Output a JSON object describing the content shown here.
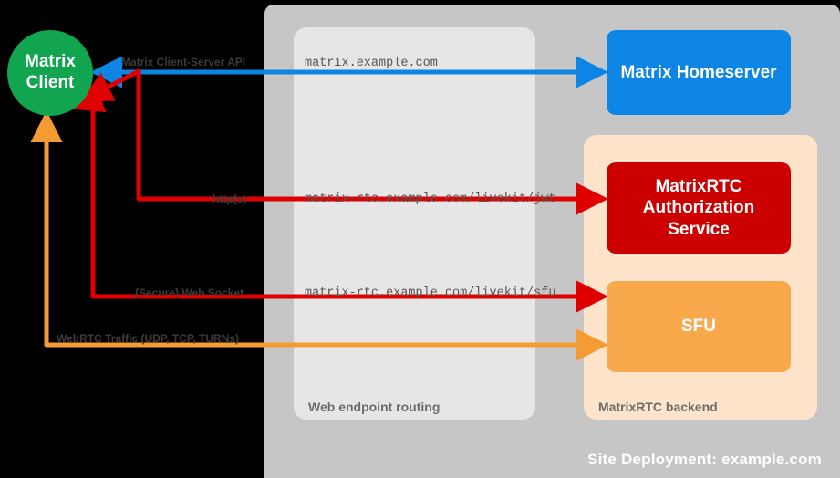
{
  "diagram": {
    "site": {
      "label": "Site Deployment: example.com",
      "color": "#c6c6c6"
    },
    "groups": [
      {
        "name": "web-endpoint-routing",
        "label": "Web endpoint routing",
        "color": "#e6e6e6"
      },
      {
        "name": "matrixrtc-backend",
        "label": "MatrixRTC backend",
        "color": "#fde4cb"
      }
    ],
    "nodes": {
      "client": {
        "label": "Matrix\nClient",
        "line1": "Matrix",
        "line2": "Client",
        "color": "#12a550",
        "shape": "circle"
      },
      "homeserver": {
        "label": "Matrix Homeserver",
        "color": "#0c85e4",
        "shape": "rounded-rect"
      },
      "auth_service": {
        "line1": "MatrixRTC",
        "line2": "Authorization",
        "line3": "Service",
        "color": "#cc0000",
        "shape": "rounded-rect"
      },
      "sfu": {
        "label": "SFU",
        "color": "#f9a94c",
        "shape": "rounded-rect"
      }
    },
    "endpoints": [
      {
        "name": "matrix-endpoint",
        "text": "matrix.example.com"
      },
      {
        "name": "jwt-endpoint",
        "text": "matrix-rtc.example.com/livekit/jwt"
      },
      {
        "name": "sfu-endpoint",
        "text": "matrix-rtc.example.com/livekit/sfu"
      }
    ],
    "flows": [
      {
        "name": "client-server-api",
        "label": "Matrix Client-Server API",
        "color": "#0c85e4",
        "direction": "bidirectional"
      },
      {
        "name": "http-flow",
        "label": "http(s)",
        "color": "#e00000",
        "direction": "bidirectional"
      },
      {
        "name": "websocket-flow",
        "label": "(Secure) Web Socket",
        "color": "#e00000",
        "direction": "bidirectional"
      },
      {
        "name": "webrtc-flow",
        "label": "WebRTC Traffic (UDP, TCP, TURNs)",
        "color": "#f59b33",
        "direction": "bidirectional"
      }
    ]
  }
}
